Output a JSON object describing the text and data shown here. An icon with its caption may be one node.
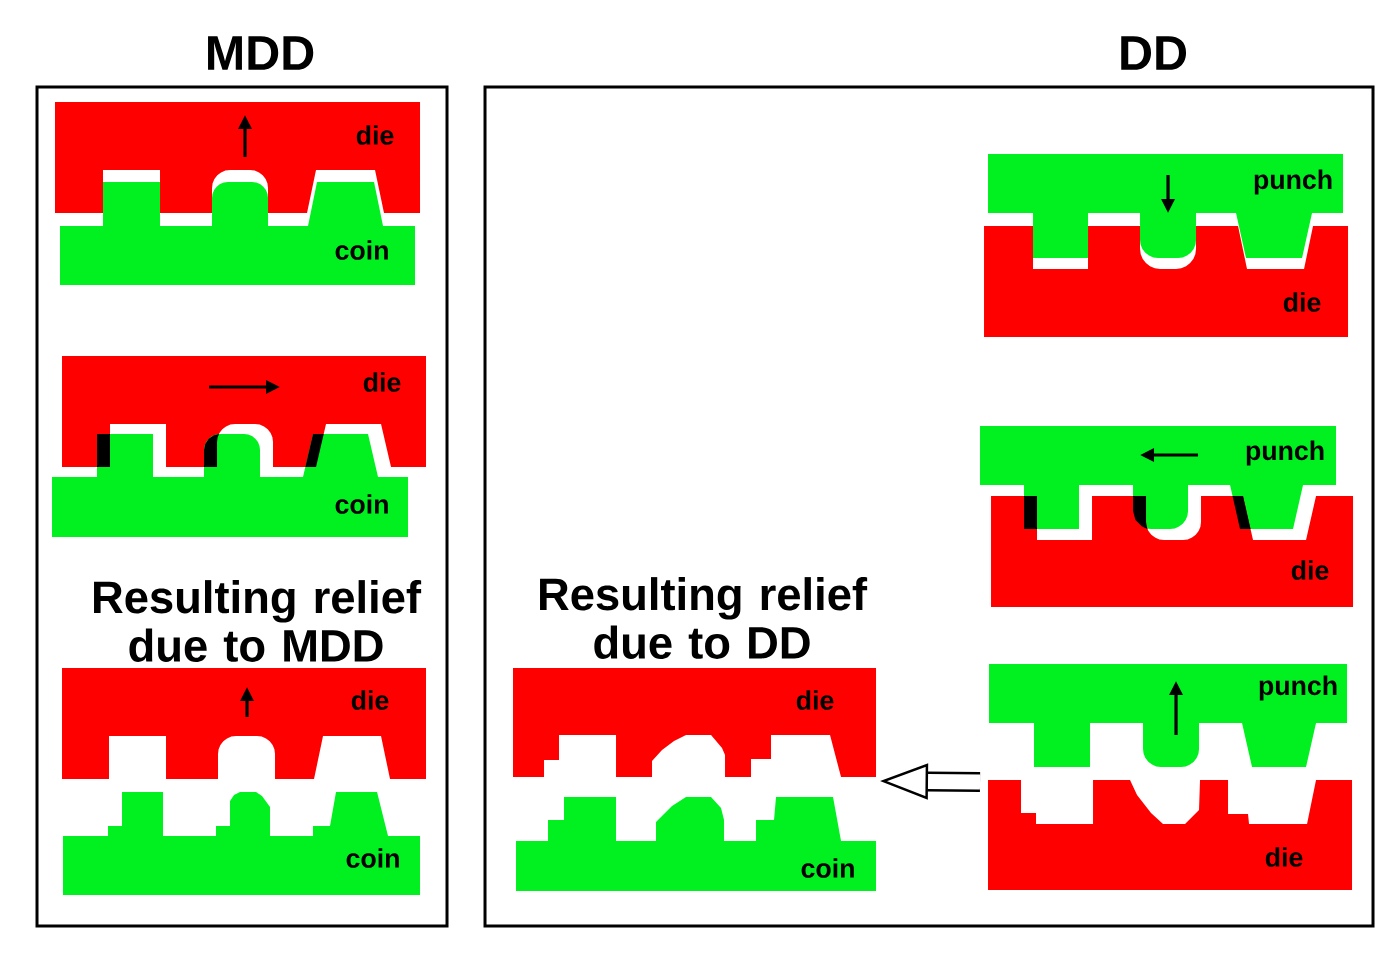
{
  "diagram": {
    "nodes": [
      {
        "text": [
          "MDD"
        ]
      },
      {
        "text": [
          "die"
        ],
        "in": 0
      },
      {
        "text": [
          "coin"
        ],
        "in": 0
      },
      {
        "text": [
          "die"
        ],
        "in": 0
      },
      {
        "text": [
          "coin"
        ],
        "in": 0
      },
      {
        "text": [
          "die"
        ],
        "in": 0
      },
      {
        "text": [
          "coin"
        ],
        "in": 0
      },
      {
        "text": [
          "DD"
        ]
      },
      {
        "text": [
          "punch"
        ],
        "in": 7
      },
      {
        "text": [
          "die"
        ],
        "in": 7
      },
      {
        "text": [
          "punch"
        ],
        "in": 7
      },
      {
        "text": [
          "die"
        ],
        "in": 7
      },
      {
        "text": [
          "die"
        ],
        "in": 7
      },
      {
        "text": [
          "coin"
        ],
        "in": 7
      },
      {
        "text": [
          "punch"
        ],
        "in": 7
      },
      {
        "text": [
          "die"
        ],
        "in": 7
      }
    ],
    "edges": [
      {
        "from": 15,
        "to": 12,
        "arrow": "to"
      }
    ],
    "labels": [
      "Resulting relief due to MDD",
      "Resulting relief due to DD"
    ]
  }
}
